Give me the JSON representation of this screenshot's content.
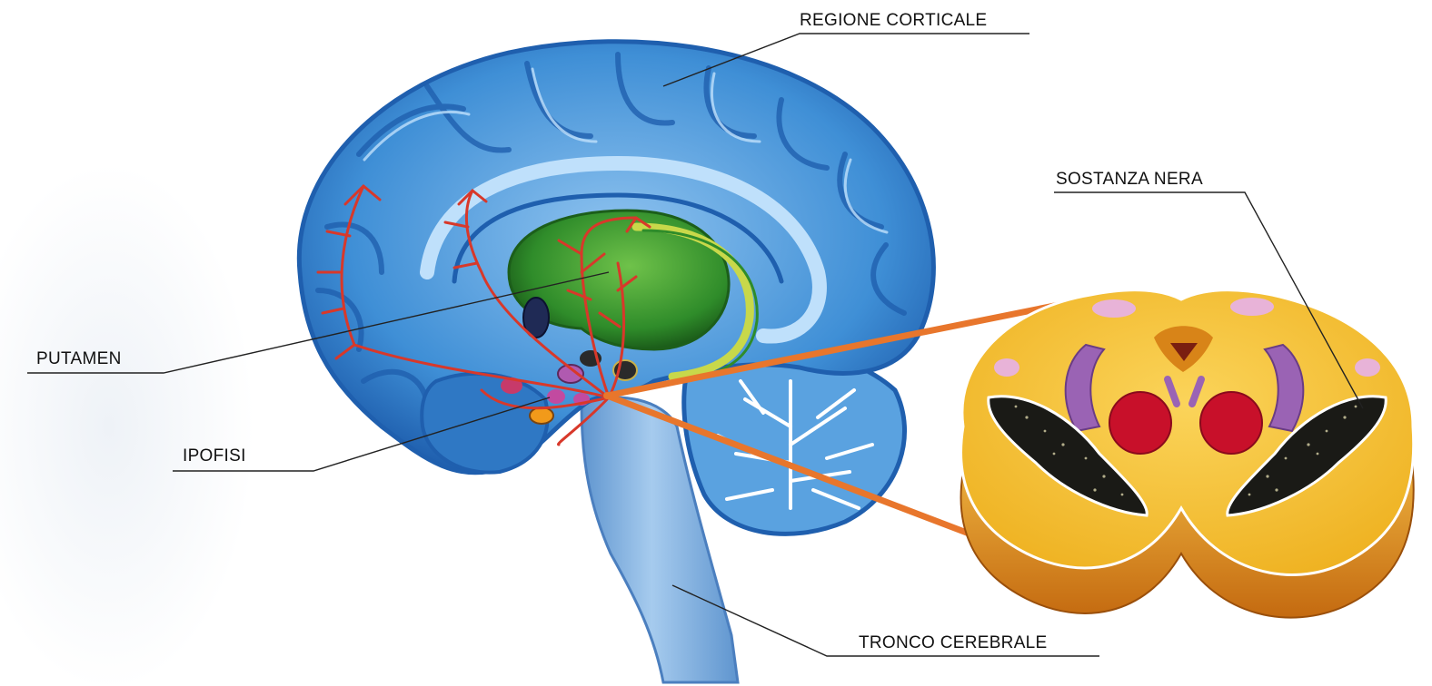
{
  "labels": {
    "cortex": "REGIONE CORTICALE",
    "substantia_nigra": "SOSTANZA NERA",
    "putamen": "PUTAMEN",
    "pituitary": "IPOFISI",
    "brainstem": "TRONCO CEREBRALE"
  },
  "colors": {
    "brain_fill": "#3f8fd6",
    "brain_light": "#8fc3ef",
    "brain_dark": "#1f5fae",
    "stem": "#8bb6e2",
    "cerebellum": "#5aa2e0",
    "striatum_green": "#2f8c2a",
    "striatum_yellow": "#c8d84a",
    "pathway_red": "#d8382a",
    "connector_orange": "#e8762c",
    "section_yellow": "#f2bd2a",
    "section_side": "#d88418",
    "nigra_dark": "#1a1a16",
    "red_nucleus": "#c8102a",
    "purple": "#9a63b4"
  }
}
